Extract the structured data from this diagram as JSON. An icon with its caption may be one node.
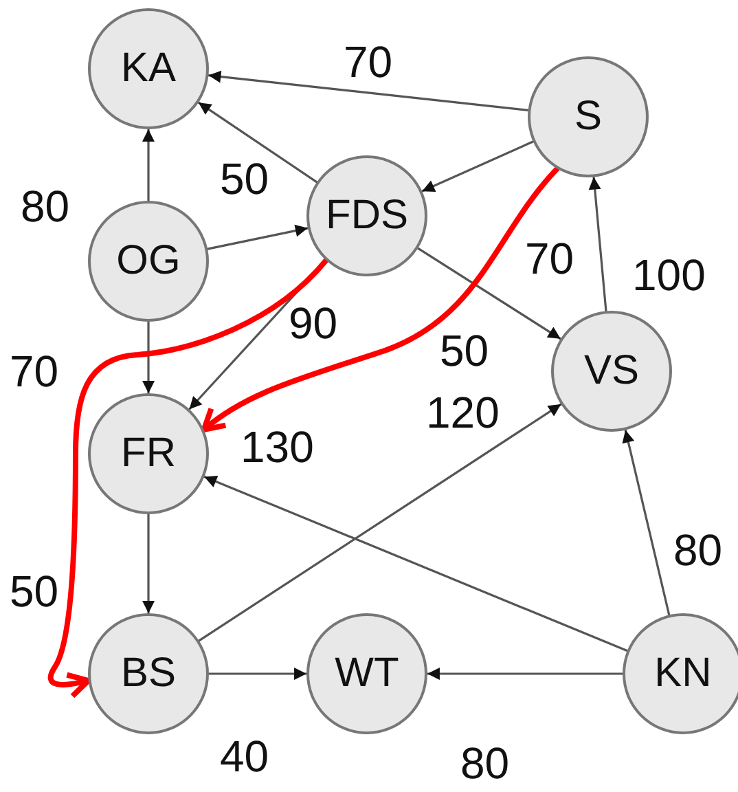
{
  "diagram": {
    "nodes": [
      {
        "text": [
          "KA"
        ]
      },
      {
        "text": [
          "S"
        ]
      },
      {
        "text": [
          "FDS"
        ]
      },
      {
        "text": [
          "OG"
        ]
      },
      {
        "text": [
          "VS"
        ]
      },
      {
        "text": [
          "FR"
        ]
      },
      {
        "text": [
          "BS"
        ]
      },
      {
        "text": [
          "WT"
        ]
      },
      {
        "text": [
          "KN"
        ]
      }
    ],
    "edges": [
      {
        "from": 1,
        "to": 0,
        "arrow": "to"
      },
      {
        "from": 3,
        "to": 0,
        "arrow": "to"
      },
      {
        "from": 2,
        "to": 0,
        "arrow": "to"
      },
      {
        "from": 1,
        "to": 2,
        "arrow": "to"
      },
      {
        "from": 3,
        "to": 2,
        "arrow": "to"
      },
      {
        "from": 2,
        "to": 4,
        "arrow": "to"
      },
      {
        "from": 2,
        "to": 5,
        "arrow": "to"
      },
      {
        "from": 3,
        "to": 5,
        "arrow": "to"
      },
      {
        "from": 4,
        "to": 1,
        "arrow": "to"
      },
      {
        "from": 5,
        "to": 6,
        "arrow": "to"
      },
      {
        "from": 6,
        "to": 4,
        "arrow": "to"
      },
      {
        "from": 8,
        "to": 5,
        "arrow": "to"
      },
      {
        "from": 8,
        "to": 4,
        "arrow": "to"
      },
      {
        "from": 6,
        "to": 7,
        "arrow": "to"
      },
      {
        "from": 8,
        "to": 7,
        "arrow": "to"
      },
      {
        "from": 1,
        "to": 5,
        "arrow": "to",
        "style": "thick",
        "color": "#ff0000"
      },
      {
        "from": 2,
        "to": 6,
        "arrow": "to",
        "style": "thick",
        "color": "#ff0000"
      }
    ],
    "labels": [
      "70",
      "50",
      "80",
      "70",
      "100",
      "90",
      "50",
      "70",
      "130",
      "120",
      "80",
      "50",
      "40",
      "80"
    ]
  }
}
